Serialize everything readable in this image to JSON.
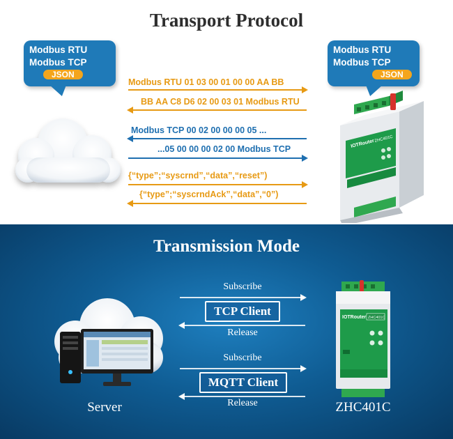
{
  "transport": {
    "title": "Transport Protocol",
    "bubble_left": {
      "line1": "Modbus RTU",
      "line2": "Modbus TCP",
      "badge": "JSON"
    },
    "bubble_right": {
      "line1": "Modbus RTU",
      "line2": "Modbus TCP",
      "badge": "JSON"
    },
    "messages": [
      {
        "text": "Modbus RTU 01 03 00 01 00 00 AA BB",
        "color": "#e79a14",
        "direction": "right"
      },
      {
        "text": "BB AA C8  D6 02 00 03 01 Modbus RTU",
        "color": "#e79a14",
        "direction": "left"
      },
      {
        "text": "Modbus TCP 00 02 00 00 00 05 ...",
        "color": "#1e6fb0",
        "direction": "left"
      },
      {
        "text": "...05 00 00 00 02 00 Modbus TCP",
        "color": "#1e6fb0",
        "direction": "right"
      },
      {
        "text": "{“type”;“syscrnd”,“data”,“reset”)",
        "color": "#e79a14",
        "direction": "right"
      },
      {
        "text": "{“type”;“syscrndAck”,“data”,“0”)",
        "color": "#e79a14",
        "direction": "left"
      }
    ],
    "device_brand": "IOTRouter",
    "device_model": "ZHC401C"
  },
  "transmission": {
    "title": "Transmission Mode",
    "tcp": {
      "subscribe": "Subscribe",
      "chip": "TCP Client",
      "release": "Release"
    },
    "mqtt": {
      "subscribe": "Subscribe",
      "chip": "MQTT Client",
      "release": "Release"
    },
    "server_label": "Server",
    "device_label": "ZHC401C",
    "device_brand": "IOTRouter",
    "device_model": "ZHC401C"
  }
}
